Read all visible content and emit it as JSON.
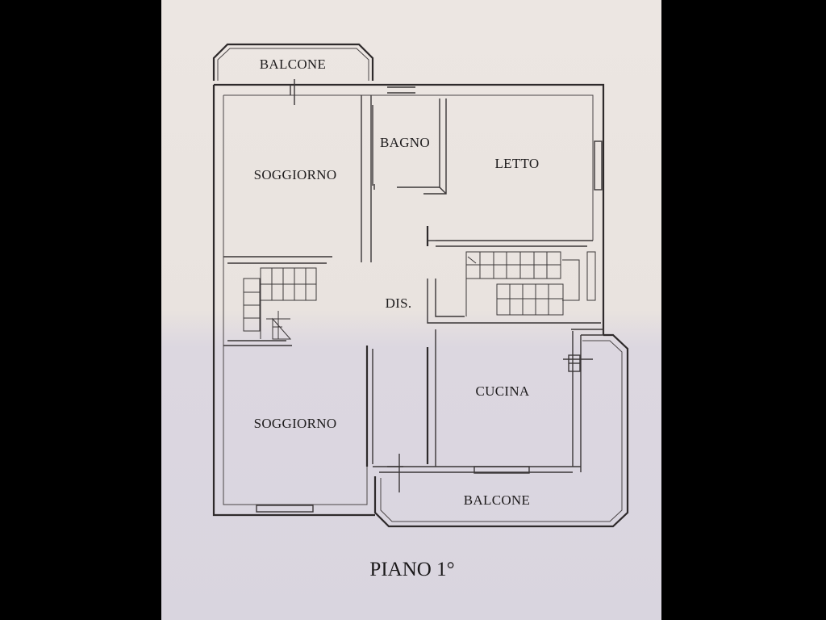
{
  "plan": {
    "title": "PIANO 1°",
    "rooms": {
      "balcone_top": "BALCONE",
      "bagno": "BAGNO",
      "letto": "LETTO",
      "soggiorno_top": "SOGGIORNO",
      "dis": "DIS.",
      "cucina": "CUCINA",
      "soggiorno_bottom": "SOGGIORNO",
      "balcone_bottom": "BALCONE"
    }
  },
  "colors": {
    "paper": "#ece6e2",
    "ink": "#2e2a2b",
    "background": "#000000"
  }
}
